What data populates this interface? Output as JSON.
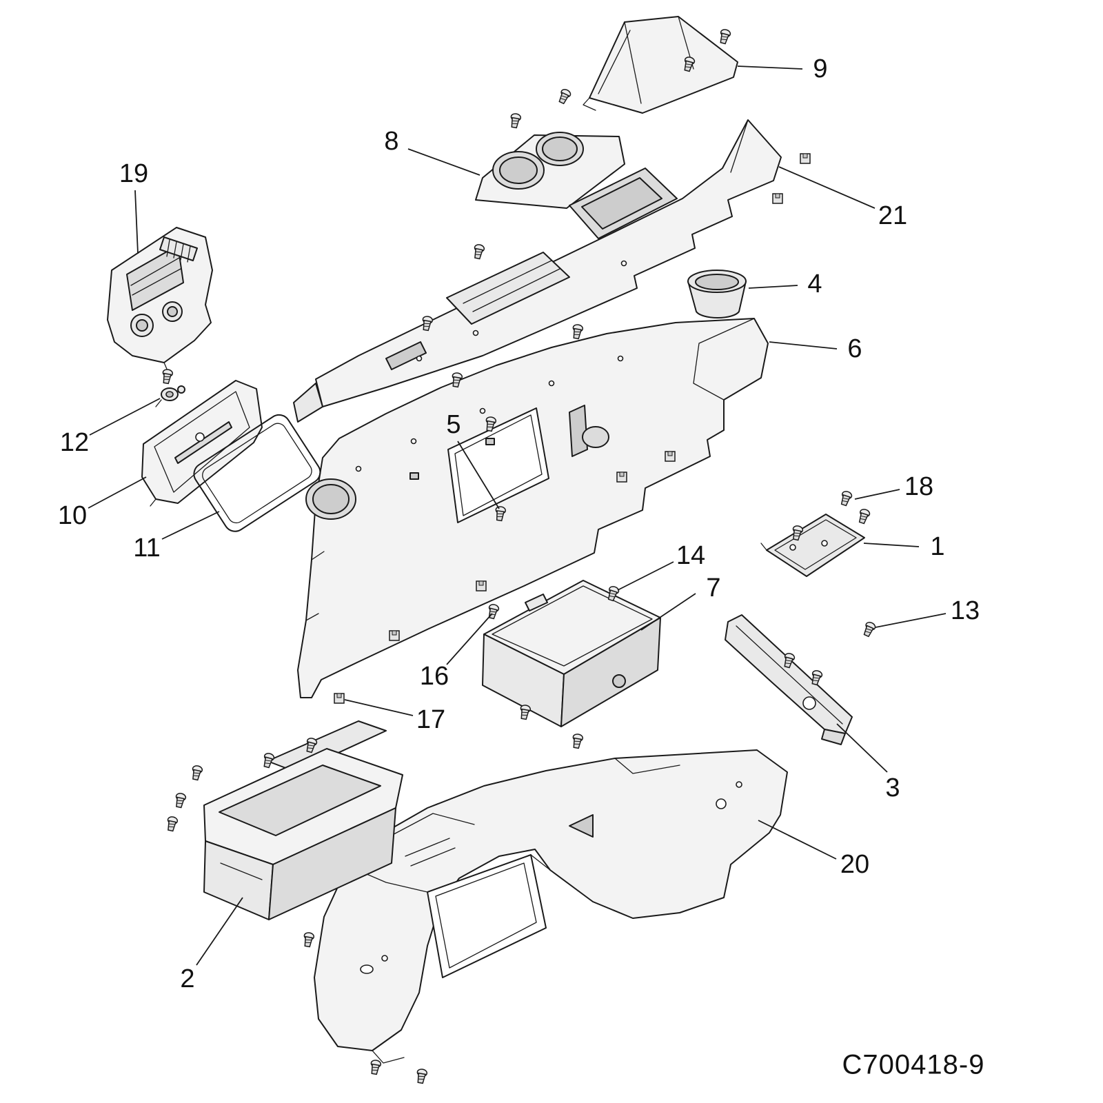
{
  "diagram": {
    "code": "C700418-9",
    "ink_color": "#1a1a1a",
    "background_color": "#ffffff",
    "callouts": [
      {
        "label": "1"
      },
      {
        "label": "2"
      },
      {
        "label": "3"
      },
      {
        "label": "4"
      },
      {
        "label": "5"
      },
      {
        "label": "6"
      },
      {
        "label": "7"
      },
      {
        "label": "8"
      },
      {
        "label": "9"
      },
      {
        "label": "10"
      },
      {
        "label": "11"
      },
      {
        "label": "12"
      },
      {
        "label": "13"
      },
      {
        "label": "14"
      },
      {
        "label": "16"
      },
      {
        "label": "17"
      },
      {
        "label": "18"
      },
      {
        "label": "19"
      },
      {
        "label": "20"
      },
      {
        "label": "21"
      }
    ]
  }
}
